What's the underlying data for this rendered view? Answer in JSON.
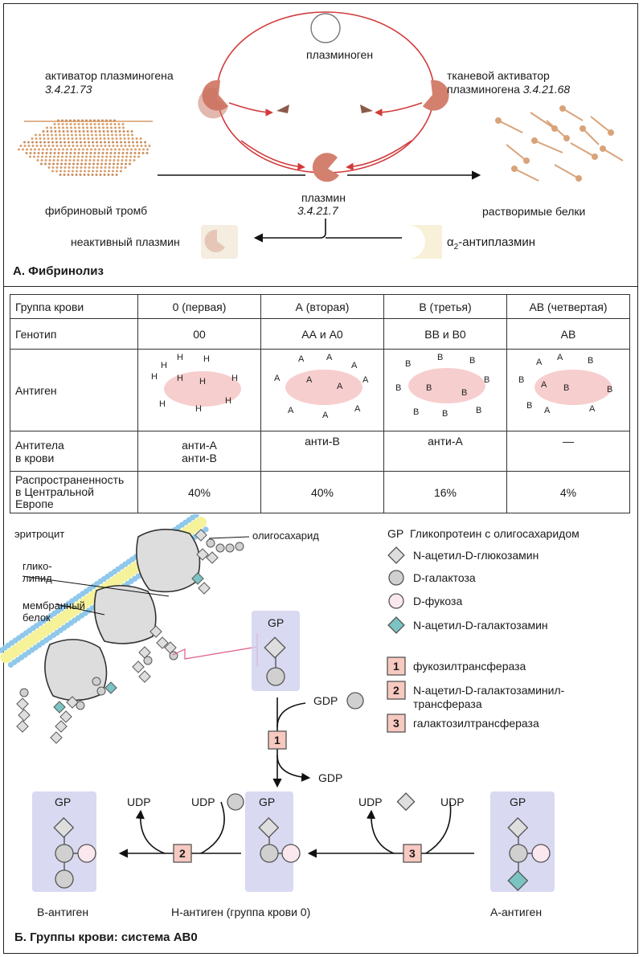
{
  "partA": {
    "title": "А. Фибринолиз",
    "plasminogen": "плазминоген",
    "activator_left": "активатор плазминогена",
    "activator_left_ec": "3.4.21.73",
    "activator_right_line1": "тканевой активатор",
    "activator_right_line2": "плазминогена",
    "activator_right_ec": "3.4.21.68",
    "fibrin_clot": "фибриновый тромб",
    "plasmin": "плазмин",
    "plasmin_ec": "3.4.21.7",
    "soluble_proteins": "растворимые белки",
    "inactive_plasmin": "неактивный плазмин",
    "antiplasmin_alpha": "α",
    "antiplasmin_sub": "2",
    "antiplasmin_rest": "-антиплазмин"
  },
  "table": {
    "row_headers": [
      "Группа крови",
      "Генотип",
      "Антиген",
      "Антитела в крови",
      "Распространенность в Центральной Европе"
    ],
    "antibodies_line1": "Антитела",
    "antibodies_line2": "в крови",
    "prevalence_line1": "Распространенность",
    "prevalence_line2": "в Центральной",
    "prevalence_line3": "Европе",
    "groups": [
      {
        "name": "0 (первая)",
        "genotype": "00",
        "antigen_letter": "H",
        "antibodies_1": "анти-А",
        "antibodies_2": "анти-В",
        "prevalence": "40%"
      },
      {
        "name": "А (вторая)",
        "genotype": "АА и А0",
        "antigen_letter": "A",
        "antibodies_1": "анти-В",
        "antibodies_2": "",
        "prevalence": "40%"
      },
      {
        "name": "В (третья)",
        "genotype": "ВВ и В0",
        "antigen_letter": "B",
        "antibodies_1": "анти-А",
        "antibodies_2": "",
        "prevalence": "16%"
      },
      {
        "name": "АВ (четвертая)",
        "genotype": "АВ",
        "antigen_letter": "mixed",
        "antibodies_1": "—",
        "antibodies_2": "",
        "prevalence": "4%"
      }
    ]
  },
  "partB": {
    "title": "Б. Группы крови: система АВ0",
    "erythrocyte": "эритроцит",
    "oligosaccharide": "олигосахарид",
    "glycolipid_1": "глико-",
    "glycolipid_2": "липид",
    "membrane_protein_1": "мембранный",
    "membrane_protein_2": "белок",
    "gp": "GP",
    "gdp": "GDP",
    "udp": "UDP",
    "b_antigen": "В-антиген",
    "h_antigen": "Н-антиген (группа крови 0)",
    "a_antigen": "А-антиген",
    "legend": {
      "gp_label": "GP",
      "gp_text": "Гликопротеин с олигосахаридом",
      "glcnac": "N-ацетил-D-глюкозамин",
      "gal": "D-галактоза",
      "fuc": "D-фукоза",
      "galnac": "N-ацетил-D-галактозамин",
      "enz1_num": "1",
      "enz1": "фукозилтрансфераза",
      "enz2_num": "2",
      "enz2_line1": "N-ацетил-D-галактозаминил-",
      "enz2_line2": "трансфераза",
      "enz3_num": "3",
      "enz3": "галактозилтрансфераза"
    }
  },
  "colors": {
    "plasmin": "#d4806e",
    "red_arrow": "#d23a3a",
    "antigen_blob": "#f6c6c6",
    "gp_bg": "#cfd0ee",
    "galactose": "#d0d0d0",
    "fucose": "#fbe8ee",
    "galnac": "#7cc3c3",
    "enzyme_box": "#f7c9c0",
    "membrane_dot": "#8fc8ea",
    "membrane_fill": "#f6f29a"
  }
}
